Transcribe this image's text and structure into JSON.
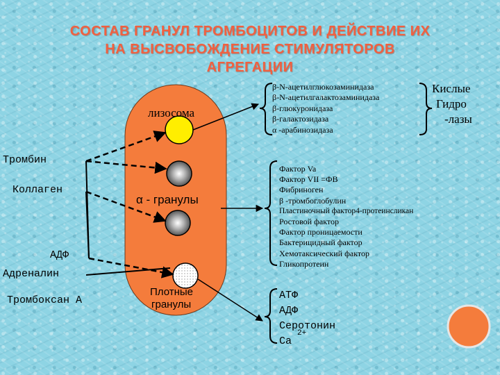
{
  "title": {
    "line1": "СОСТАВ ГРАНУЛ ТРОМБОЦИТОВ И ДЕЙСТВИЕ ИХ",
    "line2": "НА ВЫСВОБОЖДЕНИЕ СТИМУЛЯТОРОВ",
    "line3": "АГРЕГАЦИИ"
  },
  "granules": {
    "lysosome": "лизосома",
    "alpha": "α - гранулы",
    "dense_line1": "Плотные",
    "dense_line2": "гранулы"
  },
  "stimuli": [
    "Тромбин",
    "Коллаген",
    "АДФ",
    "Адреналин",
    "Тромбоксан А"
  ],
  "lysosome_contents": [
    "β-N-ацетилглюкозаминидаза",
    "β-N-ацетилгалактозаминидаза",
    "β-глюкуронидаза",
    "β-галактозидаза",
    "α -арабинозидаза"
  ],
  "acid_hydrolases": {
    "line1": "Кислые",
    "line2": "Гидро",
    "line3": "-лазы"
  },
  "alpha_contents": [
    "Фактор Va",
    "Фактор VII =ФВ",
    "Фибриноген",
    "β -тромбоглобулин",
    "Пластиночный фактор4-протеинсликан",
    "Ростовой фактор",
    "Фактор проницаемости",
    "Бактерицидный фактор",
    "Хемотаксический фактор",
    "Гликопротеин"
  ],
  "dense_contents": [
    "АТФ",
    "АДФ",
    "Серотонин",
    "Ca"
  ],
  "calcium_charge": "2+",
  "colors": {
    "title": "#f06040",
    "cell": "#f47c3c",
    "lysosome": "#ffee00",
    "alpha_granule": "#7f7f7f",
    "dense_granule": "#ffffff",
    "corner_circle": "#f47c3c",
    "background": "#8ed4e4"
  }
}
